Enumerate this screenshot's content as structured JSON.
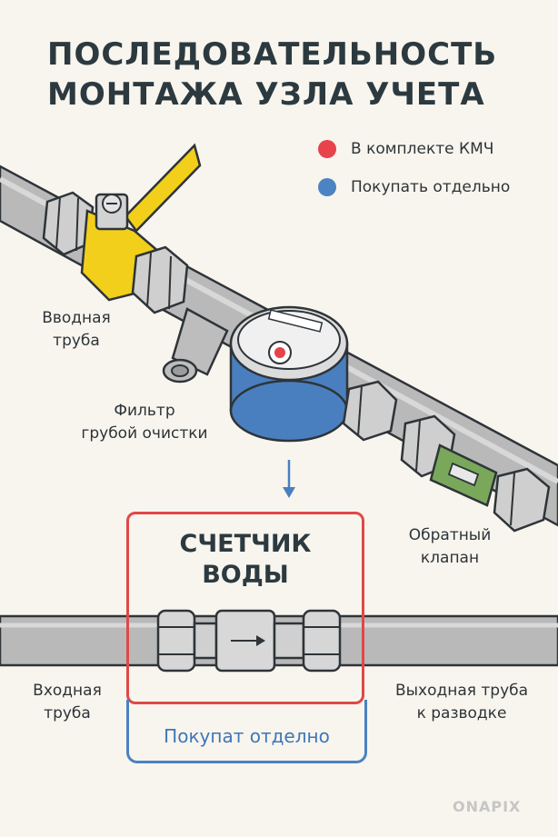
{
  "title": "ПОСЛЕДОВАТЕЛЬНОСТЬ\nМОНТАЖА УЗЛА УЧЕТА",
  "legend": {
    "items": [
      {
        "label": "В комплекте КМЧ",
        "color": "#e8424a"
      },
      {
        "label": "Покупать отдельно",
        "color": "#4c83c3"
      }
    ]
  },
  "labels": {
    "inlet_pipe_top": "Вводная\nтруба",
    "coarse_filter": "Фильтр\nгрубой очистки",
    "check_valve": "Обратный\nклапан",
    "inlet_pipe_bottom": "Входная\nтруба",
    "outlet_pipe": "Выходная труба\nк разводке"
  },
  "counter_box": {
    "title": "СЧЕТЧИК\nВОДЫ",
    "caption": "Покупат отделно"
  },
  "watermark": "ONAPIX",
  "colors": {
    "valve": "#f2cf1a",
    "meter_body": "#4a7fbf",
    "check_valve": "#7aa85a",
    "pipe": "#b9b9b9",
    "red_box": "#e04848",
    "blue_box": "#4a82c0"
  },
  "icons": [
    "ball-valve-icon",
    "water-meter-icon",
    "check-valve-icon",
    "arrow-down-icon",
    "flow-arrow-icon"
  ]
}
